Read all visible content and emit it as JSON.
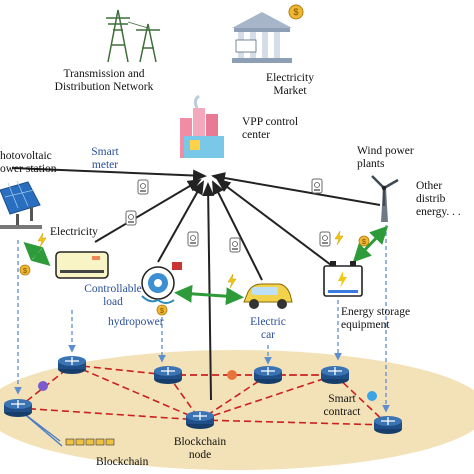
{
  "labels": {
    "transmission": "Transmission and\nDistribution Network",
    "market": "Electricity\nMarket",
    "vpp": "VPP control\ncenter",
    "pv": "hotovoltaic\nower station",
    "smart_meter": "Smart\nmeter",
    "wind": "Wind power\nplants",
    "other": "Other distrib\nenergy. . .",
    "electricity": "Electricity",
    "controllable_load": "Controllable\nload",
    "hydropower": "hydropower",
    "electric_car": "Electric\ncar",
    "storage": "Energy storage\nequipment",
    "smart_contract": "Smart\ncontract",
    "blockchain_node": "Blockchain\nnode",
    "blockchain": "Blockchain"
  },
  "icons": {
    "transmission": "transmission-tower-icon",
    "market": "market-building-icon",
    "vpp": "control-center-icon",
    "pv": "solar-panel-icon",
    "wind": "wind-turbine-icon",
    "load": "air-conditioner-icon",
    "hydro": "hydro-turbine-icon",
    "car": "electric-car-icon",
    "battery": "battery-icon",
    "meter": "smart-meter-icon",
    "router": "router-node-icon",
    "lightning": "lightning-icon",
    "coin": "coin-icon"
  },
  "colors": {
    "control_line": "#222222",
    "blockchain_link": "#cc2020",
    "flow_arrow": "#2e9b3a",
    "dashed_link": "#5b8fd0",
    "platform": "#f3e2b8",
    "router": "#1f4f86",
    "label_blue": "#2a4f9a"
  }
}
